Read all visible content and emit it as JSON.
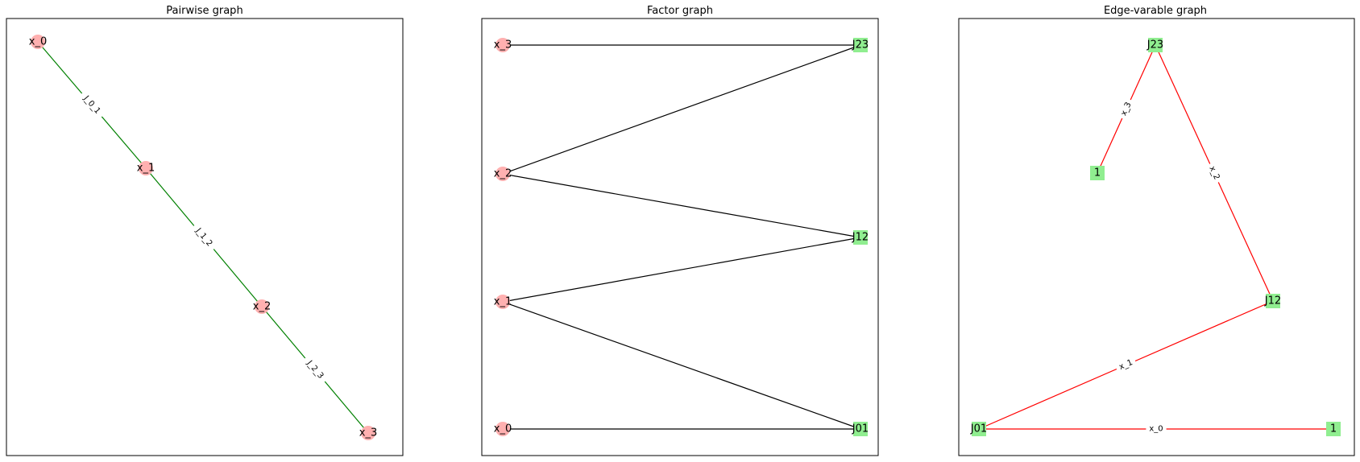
{
  "colors": {
    "variable_node": "#ffb0b0",
    "factor_node": "#90ee90",
    "pairwise_edge": "#008000",
    "factor_edge": "#000000",
    "edge_var_edge": "#ff0000"
  },
  "panels": [
    {
      "id": "pairwise",
      "title": "Pairwise graph",
      "nodes": [
        {
          "id": "x0",
          "label": "x_0",
          "kind": "variable"
        },
        {
          "id": "x1",
          "label": "x_1",
          "kind": "variable"
        },
        {
          "id": "x2",
          "label": "x_2",
          "kind": "variable"
        },
        {
          "id": "x3",
          "label": "x_3",
          "kind": "variable"
        }
      ],
      "edges": [
        {
          "from": "x0",
          "to": "x1",
          "label": "J_0_1"
        },
        {
          "from": "x1",
          "to": "x2",
          "label": "J_1_2"
        },
        {
          "from": "x2",
          "to": "x3",
          "label": "J_2_3"
        }
      ]
    },
    {
      "id": "factor",
      "title": "Factor graph",
      "nodes": [
        {
          "id": "x3",
          "label": "x_3",
          "kind": "variable"
        },
        {
          "id": "x2",
          "label": "x_2",
          "kind": "variable"
        },
        {
          "id": "x1",
          "label": "x_1",
          "kind": "variable"
        },
        {
          "id": "x0",
          "label": "x_0",
          "kind": "variable"
        },
        {
          "id": "J23",
          "label": "J23",
          "kind": "factor"
        },
        {
          "id": "J12",
          "label": "J12",
          "kind": "factor"
        },
        {
          "id": "J01",
          "label": "J01",
          "kind": "factor"
        }
      ],
      "edges": [
        {
          "from": "x3",
          "to": "J23",
          "label": ""
        },
        {
          "from": "x2",
          "to": "J23",
          "label": ""
        },
        {
          "from": "x2",
          "to": "J12",
          "label": ""
        },
        {
          "from": "x1",
          "to": "J12",
          "label": ""
        },
        {
          "from": "x1",
          "to": "J01",
          "label": ""
        },
        {
          "from": "x0",
          "to": "J01",
          "label": ""
        }
      ]
    },
    {
      "id": "edge-variable",
      "title": "Edge-varable graph",
      "nodes": [
        {
          "id": "J23",
          "label": "J23",
          "kind": "factor"
        },
        {
          "id": "one_top",
          "label": "1",
          "kind": "factor"
        },
        {
          "id": "J12",
          "label": "J12",
          "kind": "factor"
        },
        {
          "id": "J01",
          "label": "J01",
          "kind": "factor"
        },
        {
          "id": "one_bottom",
          "label": "1",
          "kind": "factor"
        }
      ],
      "edges": [
        {
          "from": "one_top",
          "to": "J23",
          "label": "x_3"
        },
        {
          "from": "J23",
          "to": "J12",
          "label": "x_2"
        },
        {
          "from": "J01",
          "to": "J12",
          "label": "x_1"
        },
        {
          "from": "J01",
          "to": "one_bottom",
          "label": "x_0"
        }
      ]
    }
  ]
}
